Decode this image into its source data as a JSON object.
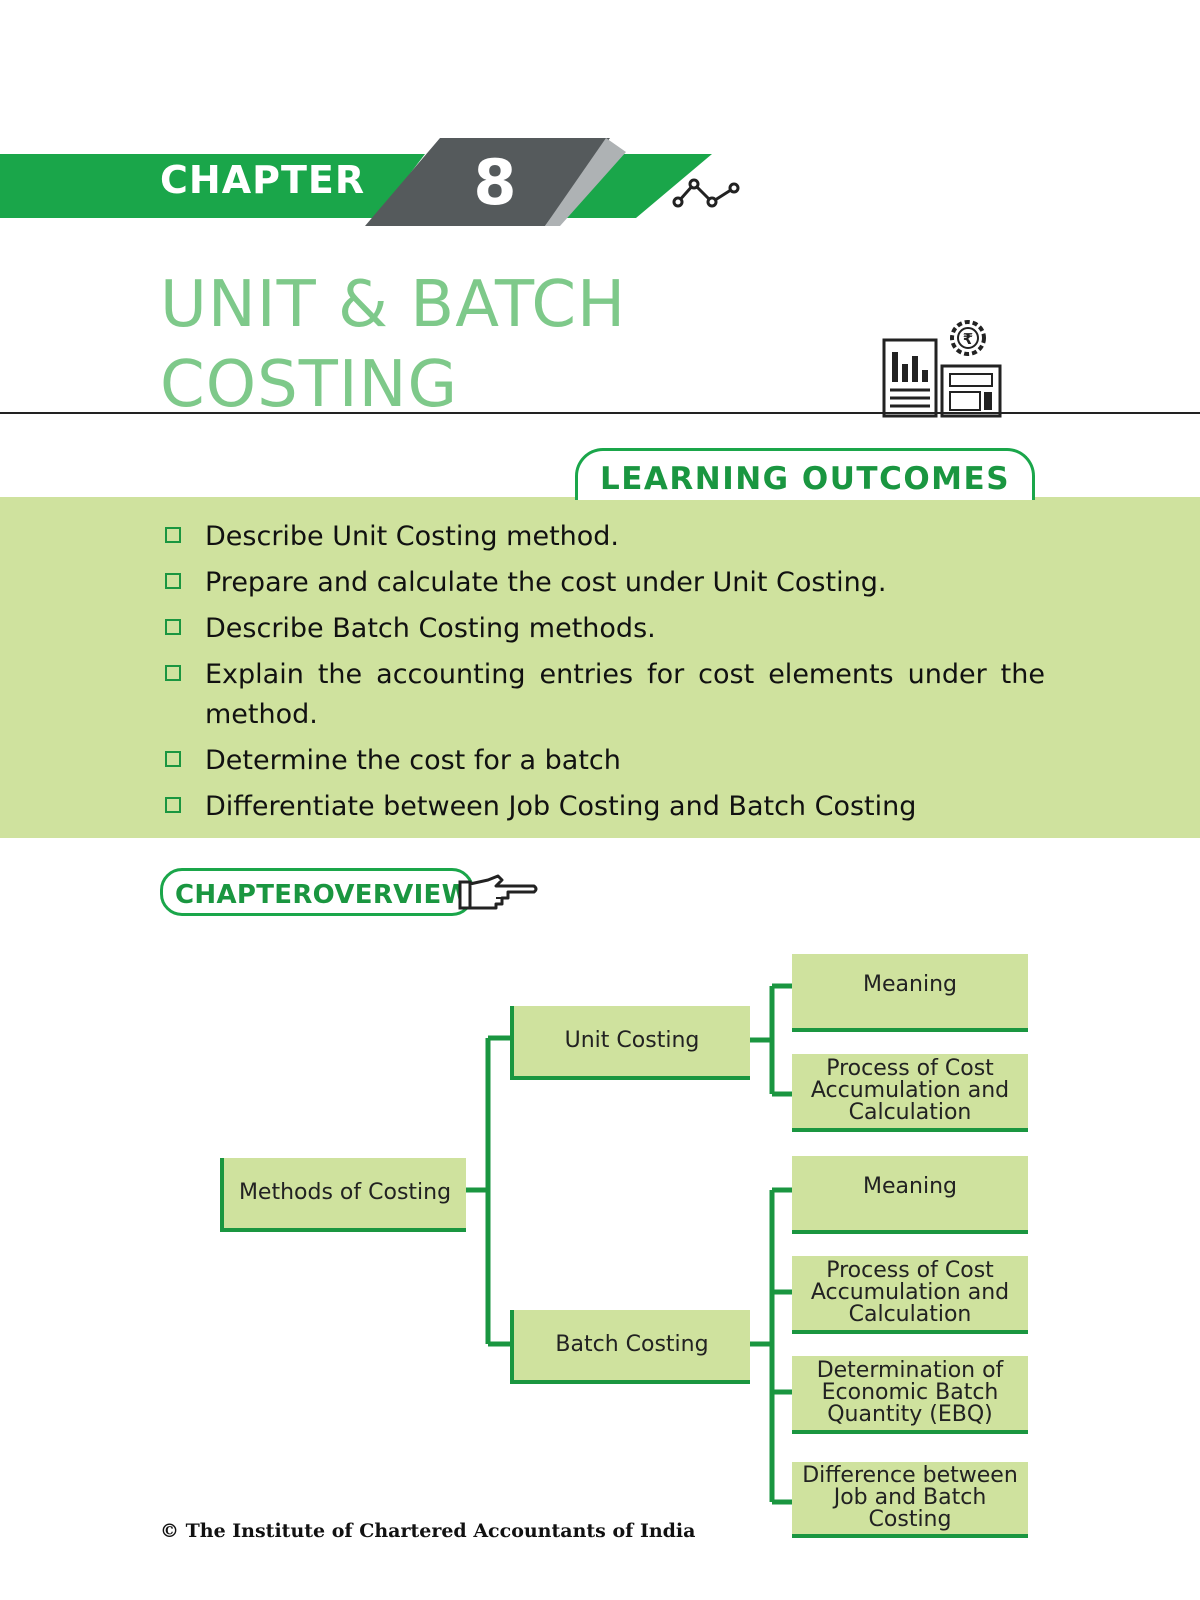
{
  "chapter": {
    "label": "CHAPTER",
    "number": "8"
  },
  "title": {
    "line1": "UNIT & BATCH",
    "line2": "COSTING"
  },
  "learning_outcomes": {
    "heading": "LEARNING OUTCOMES",
    "items": [
      "Describe Unit Costing method.",
      "Prepare and calculate the cost under Unit Costing.",
      "Describe Batch Costing methods.",
      "Explain the accounting entries for cost elements under the method.",
      "Determine the cost for a batch",
      "Differentiate between Job Costing and Batch Costing"
    ]
  },
  "chapter_overview": {
    "label": "CHAPTEROVERVIEW",
    "root": "Methods of Costing",
    "unit": {
      "label": "Unit Costing",
      "children": [
        "Meaning",
        "Process of Cost Accumulation and Calculation"
      ]
    },
    "batch": {
      "label": "Batch Costing",
      "children": [
        "Meaning",
        "Process of Cost Accumulation and Calculation",
        "Determination of Economic Batch Quantity (EBQ)",
        "Difference between Job and Batch Costing"
      ]
    }
  },
  "footer": "© The Institute of Chartered Accountants of India",
  "colors": {
    "green": "#1a9640",
    "light_green": "#cfe29e",
    "title_green": "#7ec98a",
    "dark_gray": "#555a5c"
  },
  "icons": [
    "line-graph-icon",
    "report-and-rupee-gear-icon",
    "pointing-hand-icon",
    "checkbox-bullet-icon"
  ]
}
